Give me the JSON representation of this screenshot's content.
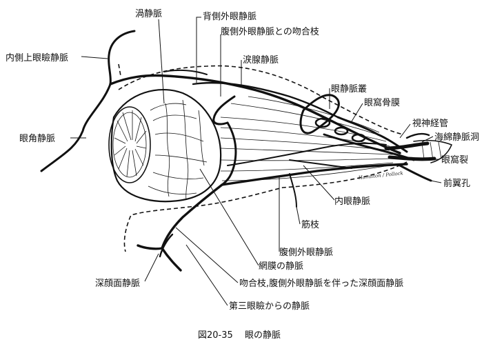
{
  "labels": {
    "vortex_vein": "渦静脈",
    "dorsal_lateral_ophthalmic_vein": "背側外眼静脈",
    "anastomosis_ventral": "腹側外眼静脈との吻合枝",
    "lacrimal_vein": "涙腺静脈",
    "medial_upper_eyelid_vein": "内側上眼瞼静脈",
    "ophthalmic_plexus": "眼静脈叢",
    "periorbita": "眼窩骨膜",
    "optic_canal": "視神経管",
    "cavernous_sinus": "海綿静脈洞",
    "angular_vein": "眼角静脈",
    "orbital_fissure": "眼窩裂",
    "rostral_alar_foramen": "前翼孔",
    "internal_ophthalmic_vein": "内眼静脈",
    "muscular_branch": "筋枝",
    "ventral_lateral_ophthalmic_vein": "腹側外眼静脈",
    "retinal_vein": "網膜の静脈",
    "deep_facial_vein": "深顔面静脈",
    "anastomosis_deep_facial": "吻合枝,腹側外眼静脈を伴った深顔面静脈",
    "third_eyelid_vein": "第三眼瞼からの静脈"
  },
  "signature": "Hamilton / Pollock",
  "caption": {
    "figure_number": "図20-35",
    "title": "眼の静脈"
  }
}
